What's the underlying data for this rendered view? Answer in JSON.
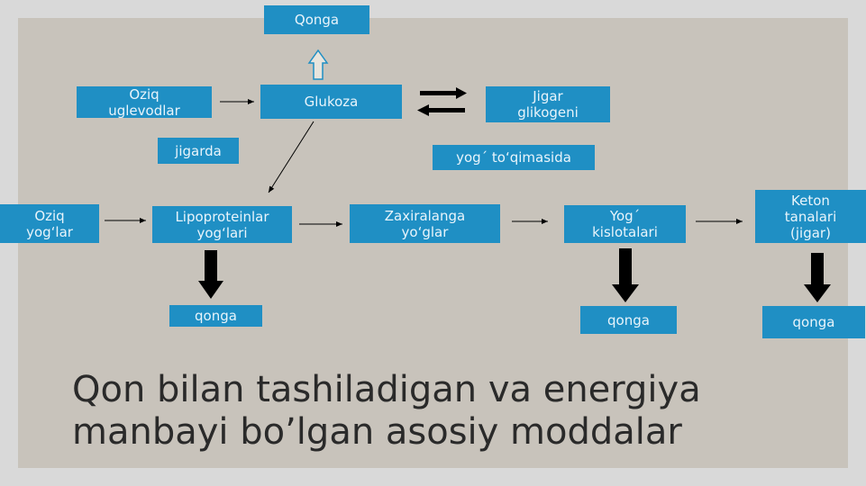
{
  "diagram": {
    "nodes": {
      "qonga_top": "Qonga",
      "oziq_uglevodlar": "Oziq\nuglevodlar",
      "glukoza": "Glukoza",
      "jigar_glikogeni": "Jigar\nglikogeni",
      "jigarda": "jigarda",
      "yog_toqimasida": "yog´ to‘qimasida",
      "oziq_yoglar": "Oziq\nyog‘lar",
      "lipoproteinlar": "Lipoproteinlar\nyog‘lari",
      "zaxiralanga": "Zaxiralanga\nyo‘glar",
      "yog_kislotalari": "Yog´\nkislotalari",
      "keton_tanalari": "Keton\ntanalari\n(jigar)",
      "qonga_1": "qonga",
      "qonga_2": "qonga",
      "qonga_3": "qonga"
    },
    "title": "Qon bilan tashiladigan va energiya\nmanbayi bo’lgan asosiy moddalar"
  },
  "colors": {
    "box_fill": "#1f8fc4",
    "slide_bg": "#c8c3bb",
    "arrow_black": "#000000"
  }
}
